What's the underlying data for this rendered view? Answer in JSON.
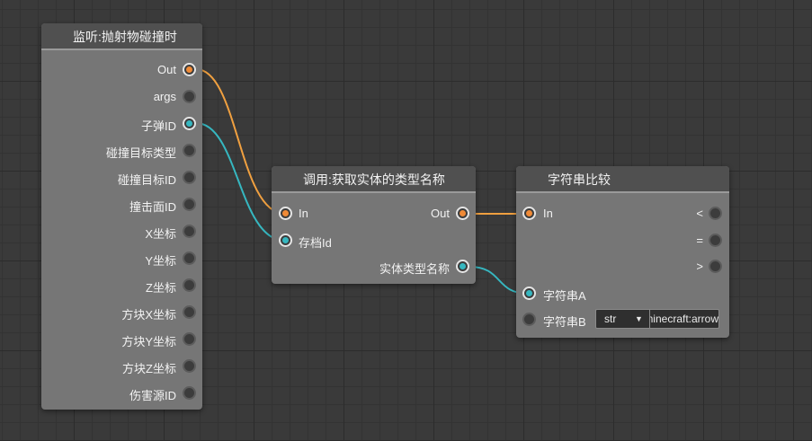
{
  "node_listen": {
    "title": "监听:抛射物碰撞时",
    "ports": [
      "Out",
      "args",
      "子弹ID",
      "碰撞目标类型",
      "碰撞目标ID",
      "撞击面ID",
      "X坐标",
      "Y坐标",
      "Z坐标",
      "方块X坐标",
      "方块Y坐标",
      "方块Z坐标",
      "伤害源ID"
    ]
  },
  "node_gettype": {
    "title": "调用:获取实体的类型名称",
    "in_label": "In",
    "save_label": "存档Id",
    "out_label": "Out",
    "result_label": "实体类型名称"
  },
  "node_compare": {
    "title": "字符串比较",
    "in_label": "In",
    "lt_label": "<",
    "eq_label": "=",
    "gt_label": ">",
    "a_label": "字符串A",
    "b_label": "字符串B",
    "b_type": "str",
    "b_value": "minecraft:arrow"
  },
  "colors": {
    "exec": "#f08a36",
    "data": "#36b7c0",
    "background": "#3a3a3a"
  }
}
